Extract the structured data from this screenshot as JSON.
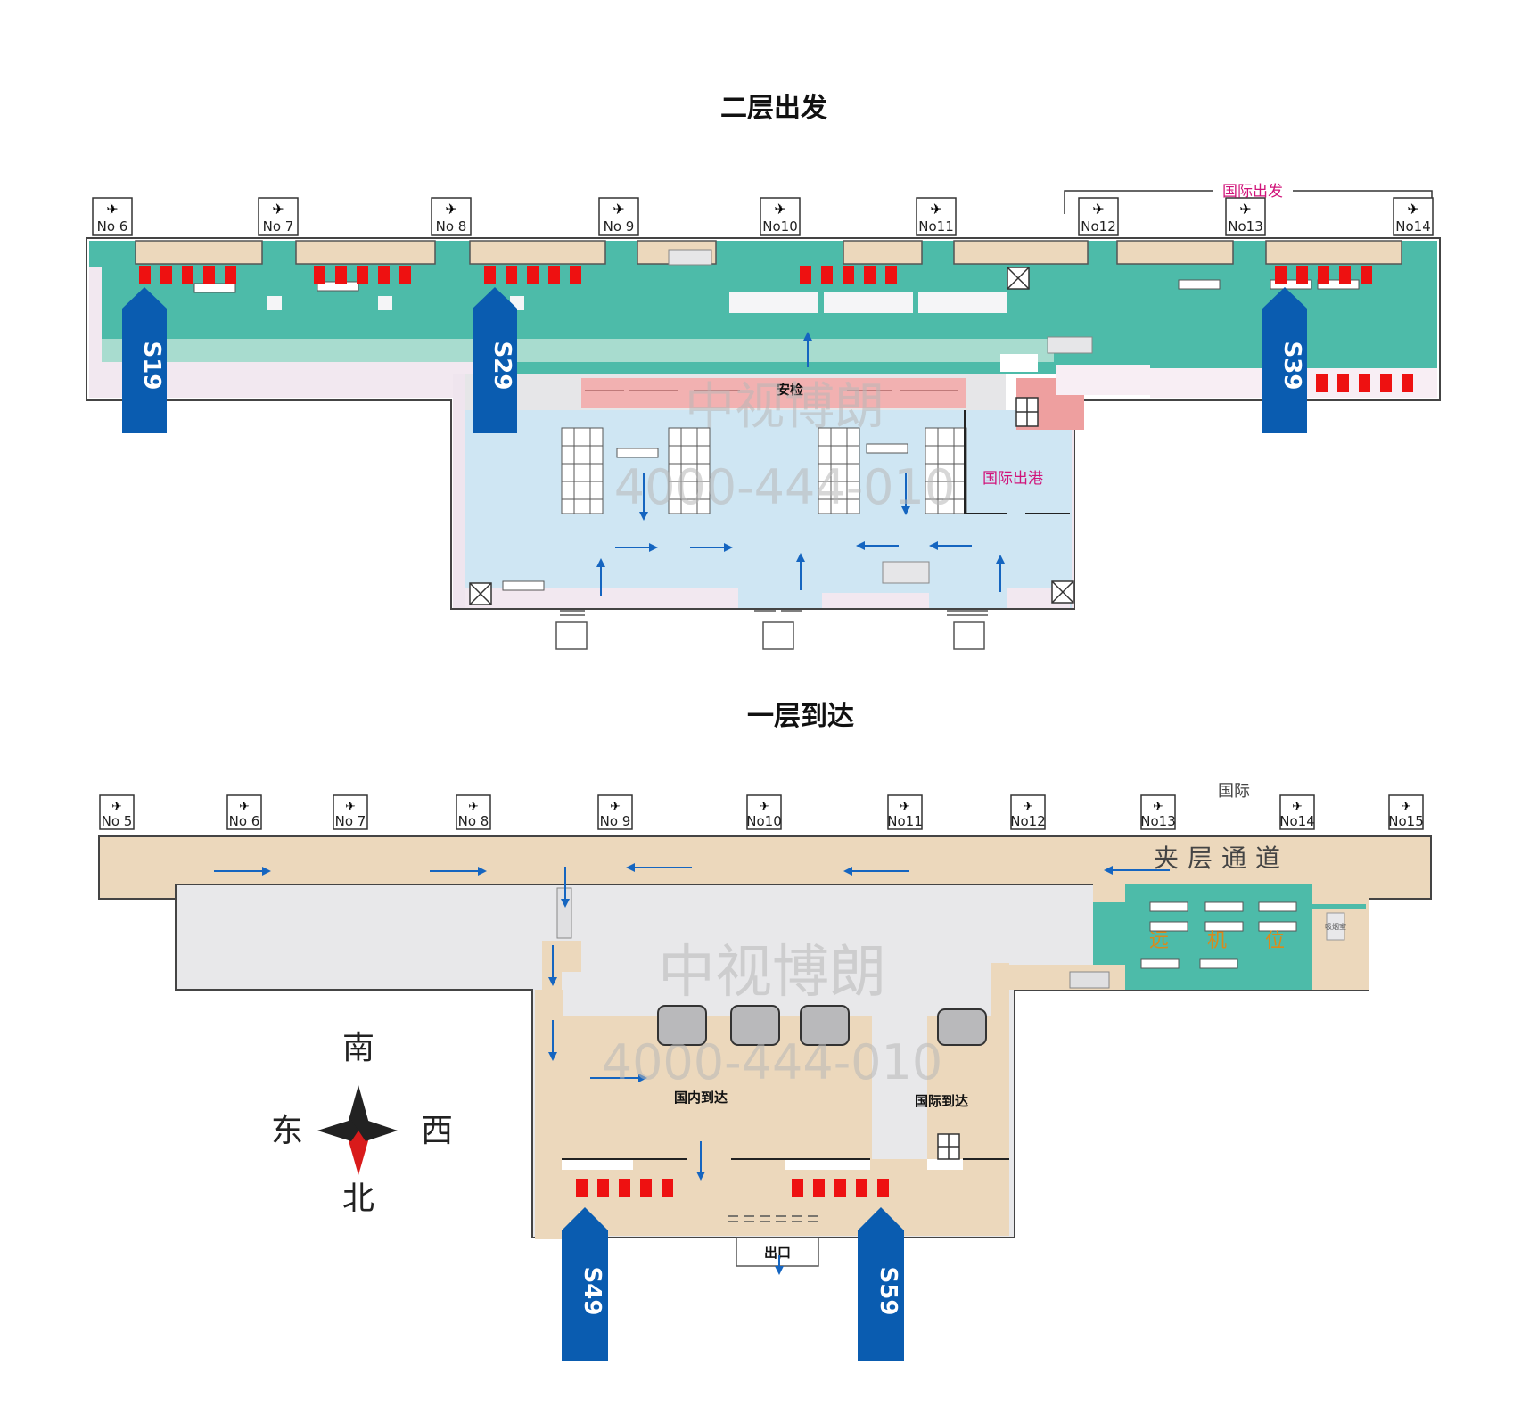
{
  "upper": {
    "title": "二层出发",
    "gates": [
      "No 6",
      "No 7",
      "No 8",
      "No 9",
      "No10",
      "No11",
      "No12",
      "No13",
      "No14"
    ],
    "intl_departure_label": "国际出发",
    "security_label": "安检",
    "intl_port_label": "国际出港",
    "media": [
      "S19",
      "S29",
      "S39"
    ]
  },
  "lower": {
    "title": "一层到达",
    "gates": [
      "No 5",
      "No 6",
      "No 7",
      "No 8",
      "No 9",
      "No10",
      "No11",
      "No12",
      "No13",
      "No14",
      "No15"
    ],
    "intl_label": "国际",
    "corridor_label": "夹层通道",
    "remote_stand_label": "远 机 位",
    "smoking_label": "吸烟室",
    "domestic_arrival_label": "国内到达",
    "intl_arrival_label": "国际到达",
    "exit_label": "出口",
    "media": [
      "S49",
      "S59"
    ]
  },
  "compass": {
    "south": "南",
    "east": "东",
    "west": "西",
    "north": "北"
  },
  "watermark": {
    "brand": "中视博朗",
    "phone": "4000-444-010"
  },
  "colors": {
    "teal": "#4dbba9",
    "light_blue": "#cfe6f3",
    "beige": "#ecd8bc",
    "blue_marker": "#0a5cb0",
    "red_ad": "#ee1111",
    "pink": "#f2b1b1"
  }
}
